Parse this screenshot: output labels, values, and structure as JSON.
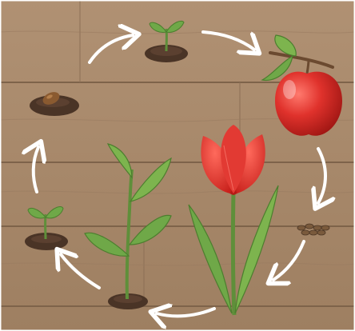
{
  "diagram": {
    "stages": [
      {
        "name": "seed"
      },
      {
        "name": "sprout"
      },
      {
        "name": "apple-fruit"
      },
      {
        "name": "seeds"
      },
      {
        "name": "young-plant"
      },
      {
        "name": "growing-plant"
      },
      {
        "name": "flowering-tulip"
      }
    ],
    "colors": {
      "wood": "#A8896A",
      "wood_dark": "#8A6E52",
      "soil": "#4A3426",
      "leaf": "#6FA848",
      "leaf_dark": "#4C7E2E",
      "apple": "#E0322C",
      "tulip": "#E23A33",
      "arrow": "#FFFFFF"
    }
  }
}
